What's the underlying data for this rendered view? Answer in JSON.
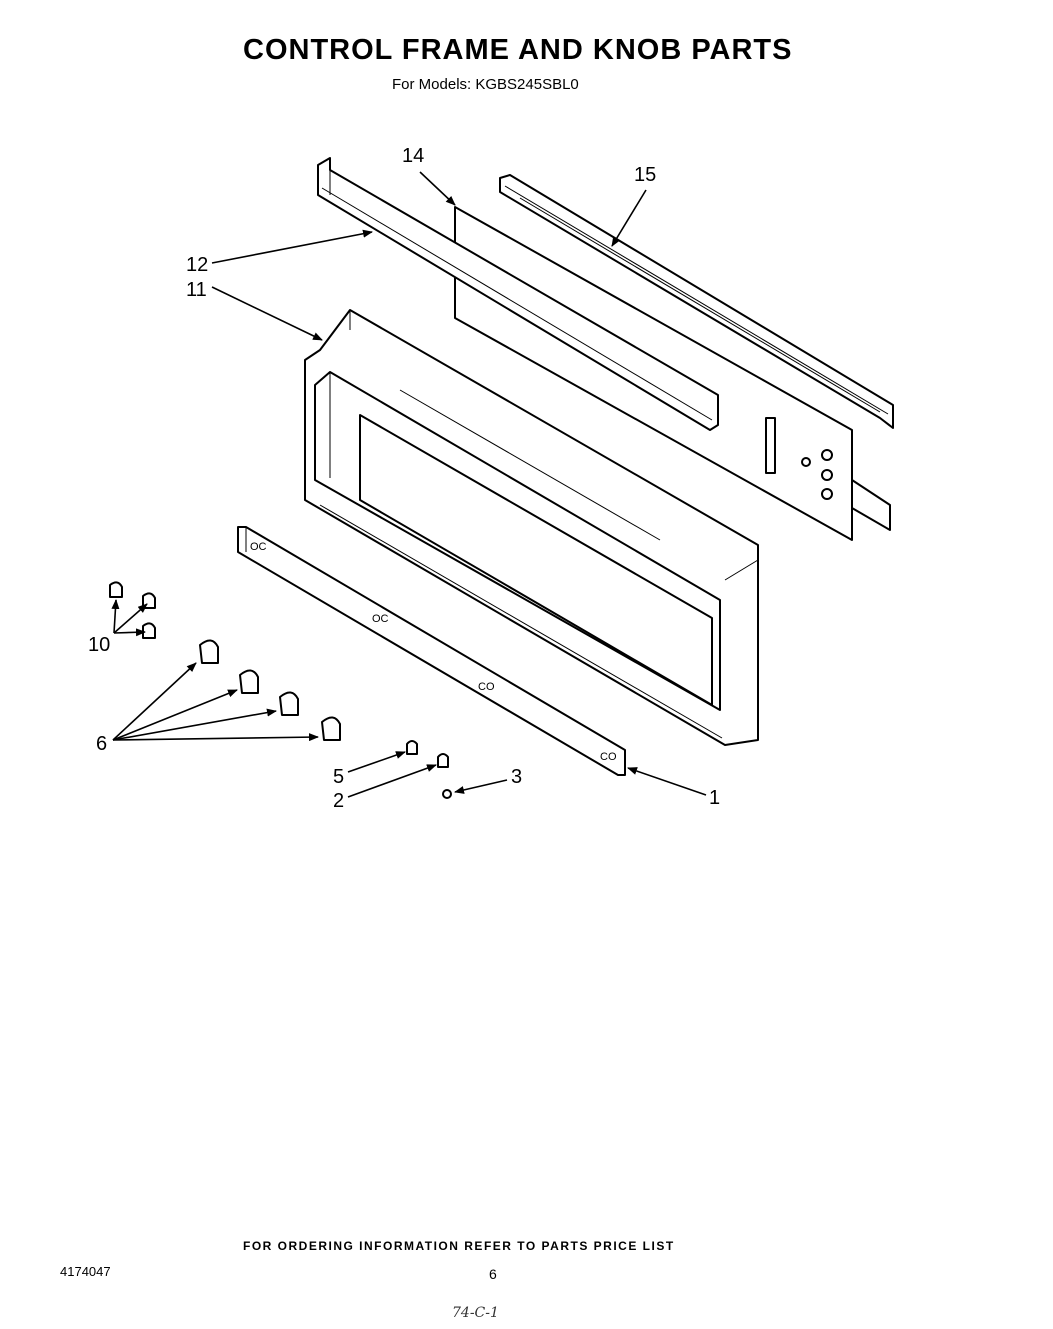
{
  "header": {
    "title": "CONTROL FRAME AND KNOB PARTS",
    "subtitle": "For Models: KGBS245SBL0"
  },
  "diagram": {
    "callouts": [
      {
        "id": "1",
        "label": "1"
      },
      {
        "id": "2",
        "label": "2"
      },
      {
        "id": "3",
        "label": "3"
      },
      {
        "id": "5",
        "label": "5"
      },
      {
        "id": "6",
        "label": "6"
      },
      {
        "id": "10",
        "label": "10"
      },
      {
        "id": "11",
        "label": "11"
      },
      {
        "id": "12",
        "label": "12"
      },
      {
        "id": "14",
        "label": "14"
      },
      {
        "id": "15",
        "label": "15"
      }
    ],
    "strip_marks": [
      "OC",
      "OC",
      "CO",
      "CO"
    ]
  },
  "footer": {
    "ordering_note": "FOR ORDERING INFORMATION REFER TO PARTS PRICE LIST",
    "doc_number": "4174047",
    "page_number": "6",
    "handwritten": "74-C-1"
  }
}
